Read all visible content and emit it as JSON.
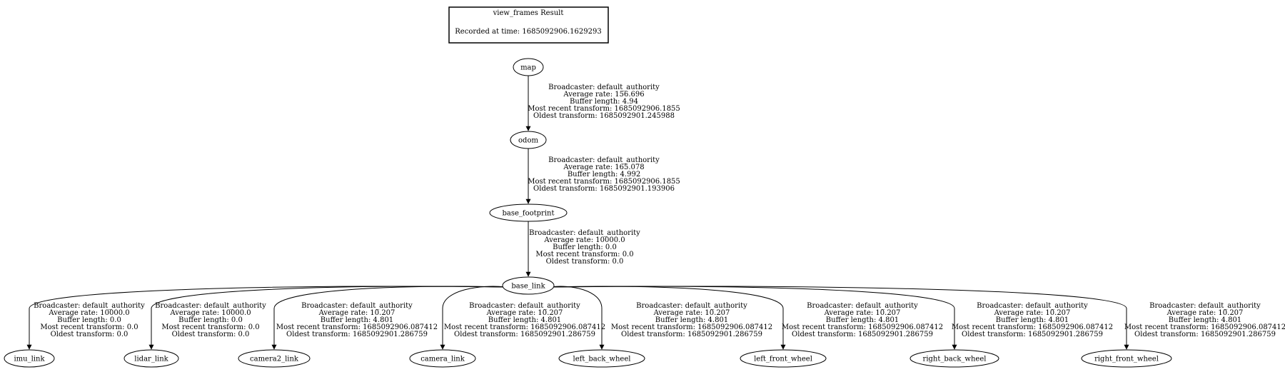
{
  "title": {
    "heading": "view_frames Result",
    "recorded": "Recorded at time: 1685092906.1629293"
  },
  "nodes": [
    {
      "id": "map",
      "label": "map"
    },
    {
      "id": "odom",
      "label": "odom"
    },
    {
      "id": "base_footprint",
      "label": "base_footprint"
    },
    {
      "id": "base_link",
      "label": "base_link"
    },
    {
      "id": "imu_link",
      "label": "imu_link"
    },
    {
      "id": "lidar_link",
      "label": "lidar_link"
    },
    {
      "id": "camera2_link",
      "label": "camera2_link"
    },
    {
      "id": "camera_link",
      "label": "camera_link"
    },
    {
      "id": "left_back_wheel",
      "label": "left_back_wheel"
    },
    {
      "id": "left_front_wheel",
      "label": "left_front_wheel"
    },
    {
      "id": "right_back_wheel",
      "label": "right_back_wheel"
    },
    {
      "id": "right_front_wheel",
      "label": "right_front_wheel"
    }
  ],
  "edges": [
    {
      "from": "map",
      "to": "odom",
      "lines": [
        "Broadcaster: default_authority",
        "Average rate: 156.696",
        "Buffer length: 4.94",
        "Most recent transform: 1685092906.1855",
        "Oldest transform: 1685092901.245988"
      ]
    },
    {
      "from": "odom",
      "to": "base_footprint",
      "lines": [
        "Broadcaster: default_authority",
        "Average rate: 165.078",
        "Buffer length: 4.992",
        "Most recent transform: 1685092906.1855",
        "Oldest transform: 1685092901.193906"
      ]
    },
    {
      "from": "base_footprint",
      "to": "base_link",
      "lines": [
        "Broadcaster: default_authority",
        "Average rate: 10000.0",
        "Buffer length: 0.0",
        "Most recent transform: 0.0",
        "Oldest transform: 0.0"
      ]
    },
    {
      "from": "base_link",
      "to": "imu_link",
      "lines": [
        "Broadcaster: default_authority",
        "Average rate: 10000.0",
        "Buffer length: 0.0",
        "Most recent transform: 0.0",
        "Oldest transform: 0.0"
      ]
    },
    {
      "from": "base_link",
      "to": "lidar_link",
      "lines": [
        "Broadcaster: default_authority",
        "Average rate: 10000.0",
        "Buffer length: 0.0",
        "Most recent transform: 0.0",
        "Oldest transform: 0.0"
      ]
    },
    {
      "from": "base_link",
      "to": "camera2_link",
      "lines": [
        "Broadcaster: default_authority",
        "Average rate: 10.207",
        "Buffer length: 4.801",
        "Most recent transform: 1685092906.087412",
        "Oldest transform: 1685092901.286759"
      ]
    },
    {
      "from": "base_link",
      "to": "camera_link",
      "lines": [
        "Broadcaster: default_authority",
        "Average rate: 10.207",
        "Buffer length: 4.801",
        "Most recent transform: 1685092906.087412",
        "Oldest transform: 1685092901.286759"
      ]
    },
    {
      "from": "base_link",
      "to": "left_back_wheel",
      "lines": [
        "Broadcaster: default_authority",
        "Average rate: 10.207",
        "Buffer length: 4.801",
        "Most recent transform: 1685092906.087412",
        "Oldest transform: 1685092901.286759"
      ]
    },
    {
      "from": "base_link",
      "to": "left_front_wheel",
      "lines": [
        "Broadcaster: default_authority",
        "Average rate: 10.207",
        "Buffer length: 4.801",
        "Most recent transform: 1685092906.087412",
        "Oldest transform: 1685092901.286759"
      ]
    },
    {
      "from": "base_link",
      "to": "right_back_wheel",
      "lines": [
        "Broadcaster: default_authority",
        "Average rate: 10.207",
        "Buffer length: 4.801",
        "Most recent transform: 1685092906.087412",
        "Oldest transform: 1685092901.286759"
      ]
    },
    {
      "from": "base_link",
      "to": "right_front_wheel",
      "lines": [
        "Broadcaster: default_authority",
        "Average rate: 10.207",
        "Buffer length: 4.801",
        "Most recent transform: 1685092906.087412",
        "Oldest transform: 1685092901.286759"
      ]
    }
  ]
}
